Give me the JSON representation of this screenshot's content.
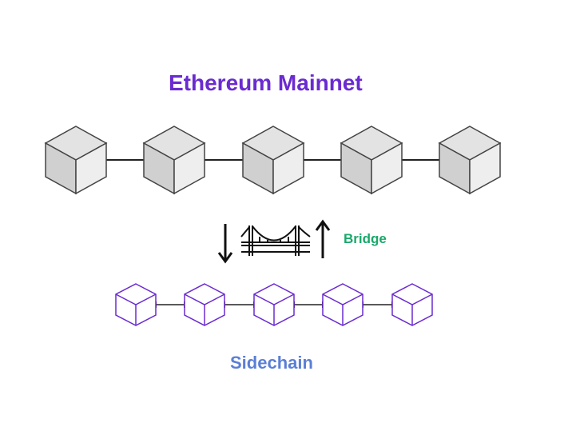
{
  "title": "Ethereum Mainnet",
  "bridge_label": "Bridge",
  "sidechain_label": "Sidechain",
  "colors": {
    "title": "#6a2bd0",
    "bridge": "#1aa86a",
    "sidechain": "#5b7fd6",
    "mainnet_block_top": "#e3e3e3",
    "mainnet_block_left": "#d0d0d0",
    "mainnet_block_right": "#eeeeee",
    "mainnet_outline": "#444444",
    "sidechain_outline": "#6a2bd0"
  },
  "mainnet_blocks": 5,
  "sidechain_blocks": 5,
  "icons": [
    "arrow-down-icon",
    "bridge-icon",
    "arrow-up-icon"
  ]
}
